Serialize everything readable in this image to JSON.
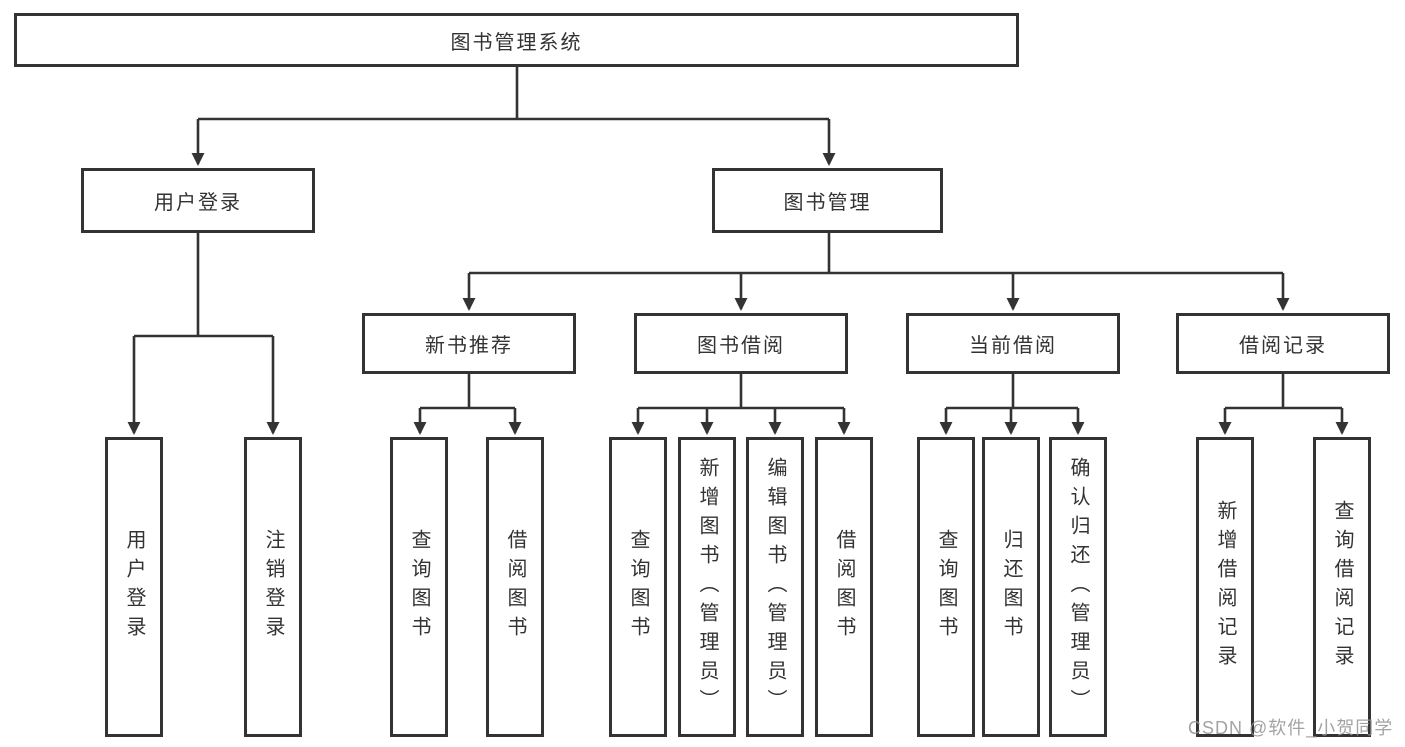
{
  "colors": {
    "background": "#ffffff",
    "line": "#333333",
    "box_border": "#333333",
    "box_fill": "#ffffff",
    "text": "#333333",
    "watermark": "#969696"
  },
  "watermark": {
    "text": "CSDN @软件_小贺同学"
  },
  "tree": {
    "label": "图书管理系统",
    "children": [
      {
        "label": "用户登录",
        "children": [
          {
            "label": "用户登录"
          },
          {
            "label": "注销登录"
          }
        ]
      },
      {
        "label": "图书管理",
        "children": [
          {
            "label": "新书推荐",
            "children": [
              {
                "label": "查询图书"
              },
              {
                "label": "借阅图书"
              }
            ]
          },
          {
            "label": "图书借阅",
            "children": [
              {
                "label": "查询图书"
              },
              {
                "label": "新增图书（管理员）"
              },
              {
                "label": "编辑图书（管理员）"
              },
              {
                "label": "借阅图书"
              }
            ]
          },
          {
            "label": "当前借阅",
            "children": [
              {
                "label": "查询图书"
              },
              {
                "label": "归还图书"
              },
              {
                "label": "确认归还（管理员）"
              }
            ]
          },
          {
            "label": "借阅记录",
            "children": [
              {
                "label": "新增借阅记录"
              },
              {
                "label": "查询借阅记录"
              }
            ]
          }
        ]
      }
    ]
  }
}
